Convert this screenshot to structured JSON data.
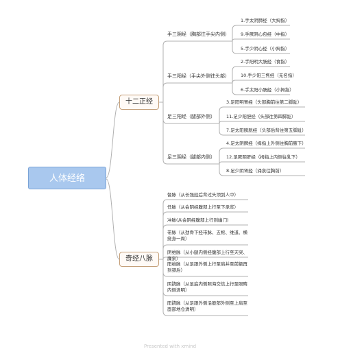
{
  "root": {
    "label": "人体经络"
  },
  "twelve": {
    "label": "十二正经",
    "groups": [
      {
        "label": "手三阴经（胸部往手尖内侧）",
        "items": [
          "1.手太阴肺经（大拇指）",
          "9.手厥阴心包经（中指）",
          "5.手少阴心经（小拇指）"
        ]
      },
      {
        "label": "手三阳经（手尖外侧往头部）",
        "items": [
          "2.手阳明大肠经（食指）",
          "10.手少阳三焦经（无名指）",
          "6.手太阳小肠经（小拇指）"
        ]
      },
      {
        "label": "足三阳经（腿部外侧）",
        "items": [
          "3.足阳明胃经（头部胸前往第二脚趾）",
          "11.足少阳胆经（头部往第四脚趾）",
          "7.足太阳膀胱经（头部后背往第五脚趾）"
        ]
      },
      {
        "label": "足三阴经（腿部内侧）",
        "items": [
          "4.足太阴脾经（拇指上外侧往胸前腋下）",
          "12.足厥阴肝经（拇指上内侧往乳下）",
          "8.足少阴肾经（涌泉往胸前）"
        ]
      }
    ]
  },
  "eight": {
    "label": "奇经八脉",
    "items": [
      "督脉（从长强经后背过头顶到人中）",
      "任脉（从会阴经腹部上行至下承浆）",
      "冲脉(从会阴经腹部上行到幽门)",
      "带脉（从劲骨下经带脉、五枢、维道、横绕身一周）",
      "阴维脉（从小腿内侧经腹部上行至天突、廉泉）",
      "阳维脉（从足跟外侧上行至肩并至前额再到颈后）",
      "阴跷脉（从足底内侧照海交信上行至眼睛内侧清明）",
      "阳跷脉（从足跟外侧沿股部外侧至上肩至面部地仓清明）"
    ]
  },
  "footer": {
    "text": "Presented with xmind"
  },
  "colors": {
    "root_fill": "#a9c8ee",
    "branch_border": "#c5a07a",
    "line": "#b0b0b0"
  }
}
